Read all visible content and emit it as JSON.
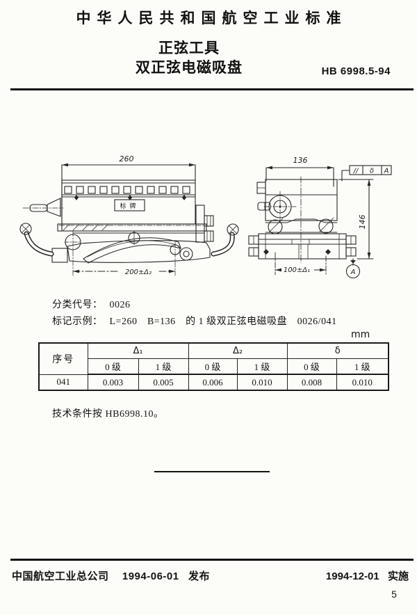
{
  "header": {
    "standard_name": "中华人民共和国航空工业标准",
    "title_line1": "正弦工具",
    "title_line2": "双正弦电磁吸盘",
    "standard_code": "HB 6998.5-94"
  },
  "drawing": {
    "side_view": {
      "dim_top": "260",
      "dim_bottom": "200±Δ₂",
      "nameplate": "标牌"
    },
    "end_view": {
      "dim_top": "136",
      "dim_right": "146",
      "dim_bottom": "100±Δ₁",
      "fcf_symbol": "//",
      "fcf_tolerance": "δ",
      "fcf_datum": "A",
      "datum_label": "A"
    }
  },
  "info": {
    "class_label": "分类代号：",
    "class_code": "0026",
    "example_label": "标记示例：",
    "example_text": "L=260　B=136　的 1 级双正弦电磁吸盘　0026/041",
    "unit": "mm",
    "tech_note": "技术条件按 HB6998.10。"
  },
  "table": {
    "serial_header": "序号",
    "group_headers": [
      "Δ₁",
      "Δ₂",
      "δ"
    ],
    "grade_labels": [
      "0 级",
      "1 级"
    ],
    "rows": [
      {
        "serial": "041",
        "values": [
          "0.003",
          "0.005",
          "0.006",
          "0.010",
          "0.008",
          "0.010"
        ]
      }
    ]
  },
  "footer": {
    "organization": "中国航空工业总公司",
    "release_date": "1994-06-01",
    "release_label": "发布",
    "implement_date": "1994-12-01",
    "implement_label": "实施",
    "page_number": "5"
  }
}
